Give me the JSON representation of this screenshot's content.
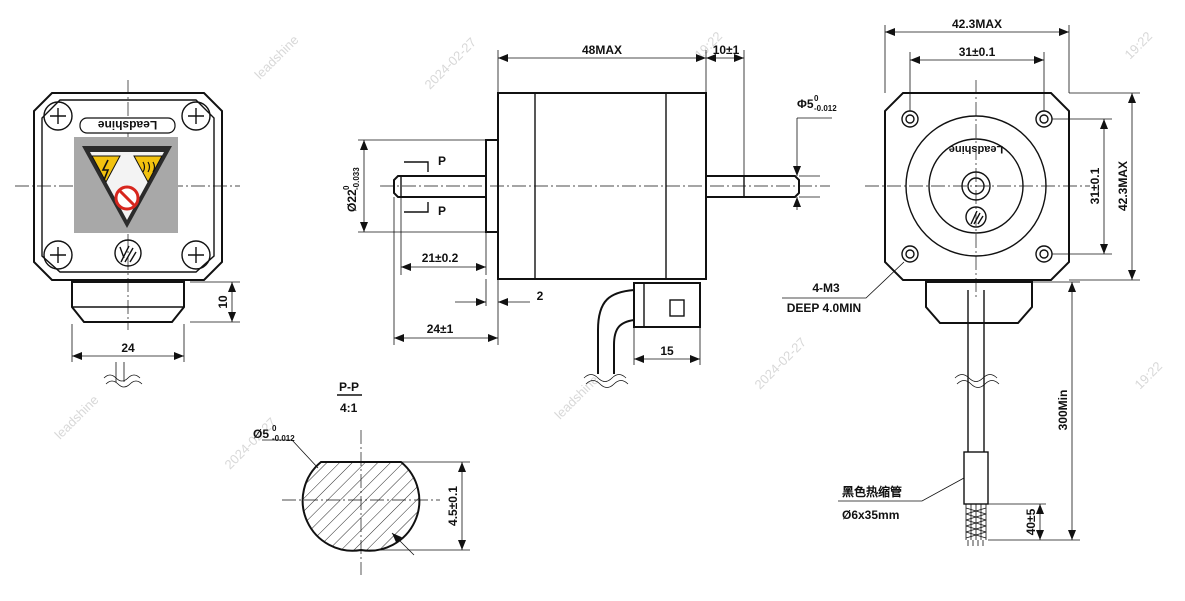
{
  "front_view": {
    "dim_width": "24",
    "dim_height": "10",
    "brand": "Leadshine"
  },
  "side_view": {
    "body_length": "48MAX",
    "shaft_length": "10±1",
    "shaft_dia_base": "Φ5",
    "shaft_dia_sup": "0",
    "shaft_dia_sub": "-0.012",
    "boss_dia_base": "Ø22",
    "boss_dia_sup": "0",
    "boss_dia_sub": "-0.033",
    "section_mark": "P",
    "flat_length": "21±0.2",
    "boss_height": "2",
    "front_shaft_length": "24±1",
    "connector_width": "15"
  },
  "section": {
    "title": "P-P",
    "scale": "4:1",
    "dia_base": "Ø5",
    "dia_sup": "0",
    "dia_sub": "-0.012",
    "flat_dim": "4.5±0.1"
  },
  "rear_view": {
    "width_max": "42.3MAX",
    "hole_pitch_h": "31±0.1",
    "hole_pitch_v": "31±0.1",
    "height_max": "42.3MAX",
    "holes": "4-M3",
    "hole_depth": "DEEP 4.0MIN",
    "lead_length": "300Min",
    "sleeve_label": "黑色热缩管",
    "sleeve_size": "Ø6x35mm",
    "strip_length": "40±5",
    "brand": "Leadshine"
  },
  "watermarks": [
    "leadshine",
    "2024-02-27",
    "19:22"
  ]
}
